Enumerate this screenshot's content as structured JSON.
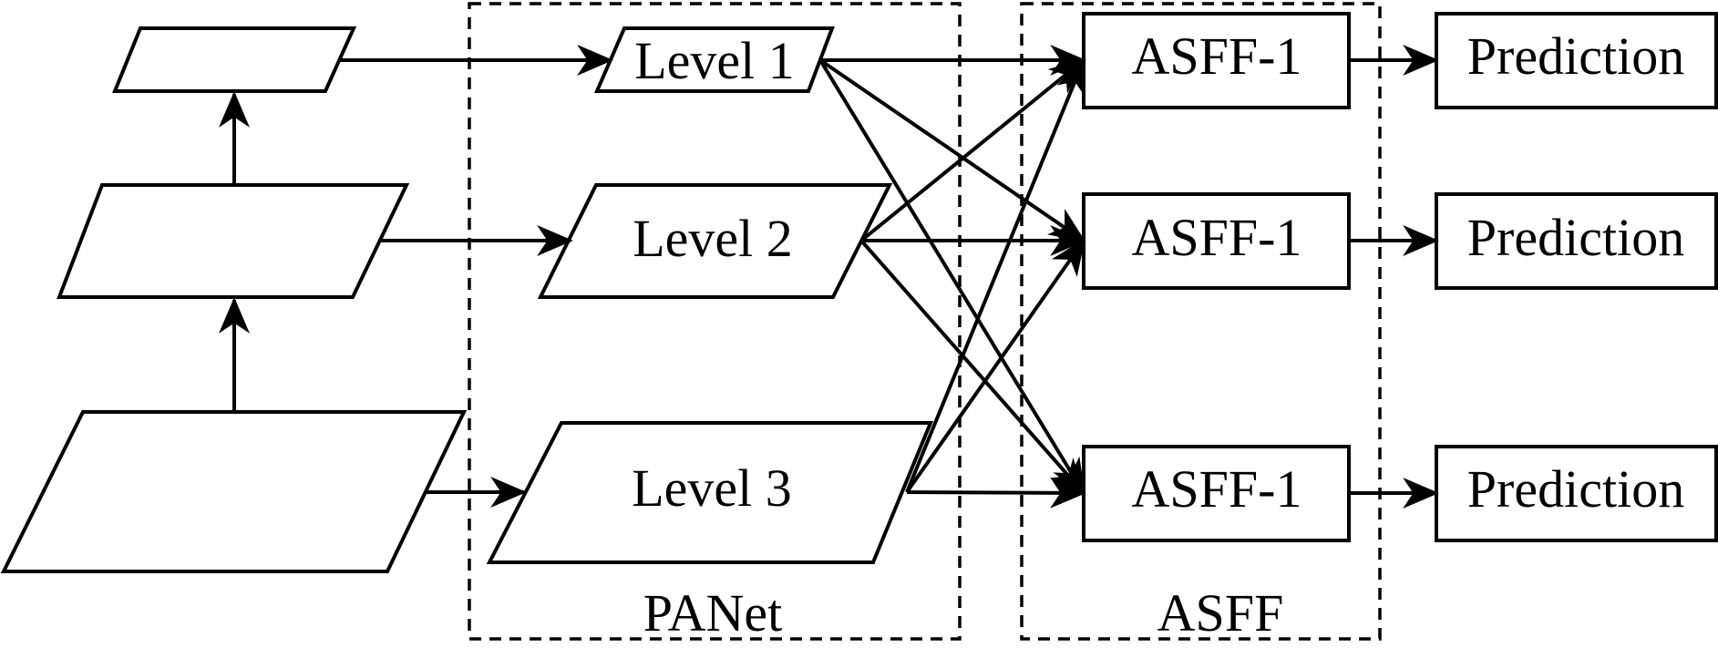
{
  "colors": {
    "stroke": "#000000",
    "background": "#ffffff"
  },
  "groups": {
    "panet": {
      "label": "PANet"
    },
    "asff": {
      "label": "ASFF"
    }
  },
  "levels": [
    {
      "id": "level-1",
      "label": "Level 1"
    },
    {
      "id": "level-2",
      "label": "Level 2"
    },
    {
      "id": "level-3",
      "label": "Level 3"
    }
  ],
  "asff_blocks": [
    {
      "id": "asff-top",
      "label": "ASFF-1"
    },
    {
      "id": "asff-middle",
      "label": "ASFF-1"
    },
    {
      "id": "asff-bottom",
      "label": "ASFF-1"
    }
  ],
  "predictions": [
    {
      "id": "prediction-top",
      "label": "Prediction"
    },
    {
      "id": "prediction-middle",
      "label": "Prediction"
    },
    {
      "id": "prediction-bottom",
      "label": "Prediction"
    }
  ],
  "backbone": [
    {
      "id": "backbone-small",
      "label": ""
    },
    {
      "id": "backbone-medium",
      "label": ""
    },
    {
      "id": "backbone-large",
      "label": ""
    }
  ],
  "edges": [
    {
      "from": "backbone-large",
      "to": "backbone-medium"
    },
    {
      "from": "backbone-medium",
      "to": "backbone-small"
    },
    {
      "from": "backbone-small",
      "to": "level-1"
    },
    {
      "from": "backbone-medium",
      "to": "level-2"
    },
    {
      "from": "backbone-large",
      "to": "level-3"
    },
    {
      "from": "level-1",
      "to": "asff-top"
    },
    {
      "from": "level-1",
      "to": "asff-middle"
    },
    {
      "from": "level-1",
      "to": "asff-bottom"
    },
    {
      "from": "level-2",
      "to": "asff-top"
    },
    {
      "from": "level-2",
      "to": "asff-middle"
    },
    {
      "from": "level-2",
      "to": "asff-bottom"
    },
    {
      "from": "level-3",
      "to": "asff-top"
    },
    {
      "from": "level-3",
      "to": "asff-middle"
    },
    {
      "from": "level-3",
      "to": "asff-bottom"
    },
    {
      "from": "asff-top",
      "to": "prediction-top"
    },
    {
      "from": "asff-middle",
      "to": "prediction-middle"
    },
    {
      "from": "asff-bottom",
      "to": "prediction-bottom"
    }
  ]
}
